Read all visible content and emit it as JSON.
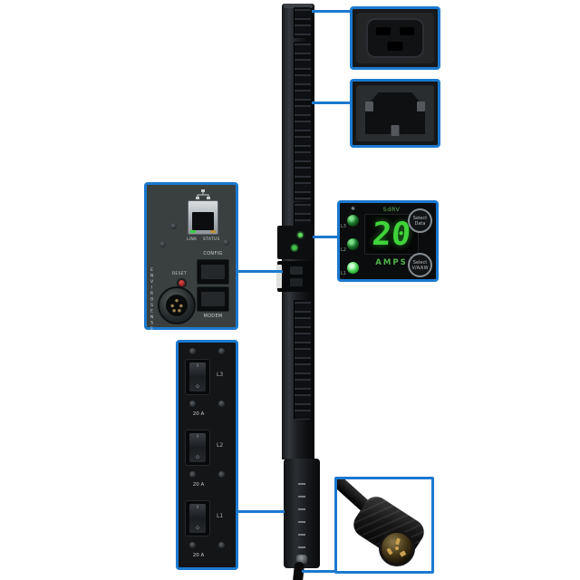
{
  "colors": {
    "accent": "#1b79cf",
    "led_green": "#3fd43a"
  },
  "icons": {
    "alert": "✱"
  },
  "display": {
    "header_label": "SdRV",
    "reading": "20",
    "unit": "AMPS",
    "leds": [
      {
        "label": "L3"
      },
      {
        "label": "L2"
      },
      {
        "label": "L1"
      }
    ],
    "buttons": [
      {
        "line1": "Select",
        "line2": "Data"
      },
      {
        "line1": "Select",
        "line2": "V/A/kW"
      }
    ]
  },
  "network_module": {
    "link_label": "LINK",
    "status_label": "STATUS",
    "config_label": "CONFIG",
    "modem_label": "MODEM",
    "reset_label": "RESET",
    "side_label": "ENVIROSENSE"
  },
  "breaker_panel": {
    "breakers": [
      {
        "phase": "L3",
        "rating": "20 A",
        "on_mark": "I",
        "off_mark": "O"
      },
      {
        "phase": "L2",
        "rating": "20 A",
        "on_mark": "I",
        "off_mark": "O"
      },
      {
        "phase": "L1",
        "rating": "20 A",
        "on_mark": "I",
        "off_mark": "O"
      }
    ]
  }
}
